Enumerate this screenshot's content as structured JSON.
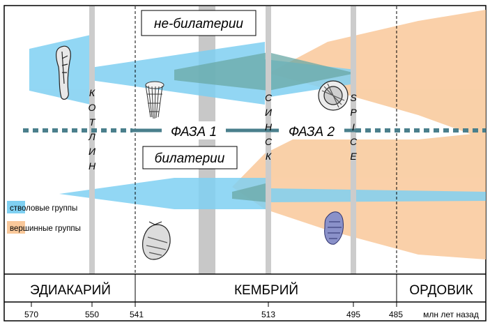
{
  "labels": {
    "non_bilateria": "не-билатерии",
    "bilateria": "билатерии",
    "phase1": "ФАЗА 1",
    "phase2": "ФАЗА 2"
  },
  "events": {
    "kotlin": [
      "К",
      "О",
      "Т",
      "Л",
      "И",
      "Н"
    ],
    "sinsk": [
      "С",
      "И",
      "Н",
      "С",
      "К"
    ],
    "spice": [
      "S",
      "P",
      "I",
      "C",
      "E"
    ]
  },
  "legend": {
    "stem": "стволовые группы",
    "crown": "вершинные группы"
  },
  "periods": {
    "ediacaran": "ЭДИАКАРИЙ",
    "cambrian": "КЕМБРИЙ",
    "ordovician": "ОРДОВИК"
  },
  "timescale": {
    "ticks": [
      "570",
      "550",
      "541",
      "513",
      "495",
      "485"
    ],
    "unit": "млн лет назад"
  },
  "colors": {
    "stem": "#7fd0f2",
    "crown": "#f9c89a",
    "divider": "#4a7f8c",
    "event_bar": "#cccccc"
  }
}
